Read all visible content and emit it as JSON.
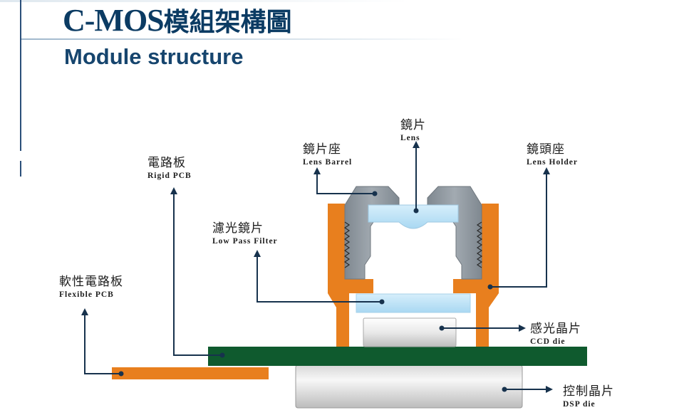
{
  "title": {
    "main": "C-MOS",
    "zh": "模組架構圖",
    "subtitle": "Module structure"
  },
  "labels": {
    "lens": {
      "zh": "鏡片",
      "en": "Lens"
    },
    "lens_barrel": {
      "zh": "鏡片座",
      "en": "Lens Barrel"
    },
    "lens_holder": {
      "zh": "鏡頭座",
      "en": "Lens Holder"
    },
    "rigid_pcb": {
      "zh": "電路板",
      "en": "Rigid PCB"
    },
    "low_pass_filter": {
      "zh": "濾光鏡片",
      "en": "Low Pass Filter"
    },
    "flexible_pcb": {
      "zh": "軟性電路板",
      "en": "Flexible PCB"
    },
    "ccd_die": {
      "zh": "感光晶片",
      "en": "CCD die"
    },
    "dsp_die": {
      "zh": "控制晶片",
      "en": "DSP die"
    }
  },
  "colors": {
    "title": "#0b3b63",
    "holder_orange": "#e87f1e",
    "barrel_gray": "#8b949c",
    "lens_blue": "#bfe3f7",
    "pcb_green": "#0f5a2e",
    "die_gray": "#e6e6e6",
    "leader_line": "#17324d"
  }
}
